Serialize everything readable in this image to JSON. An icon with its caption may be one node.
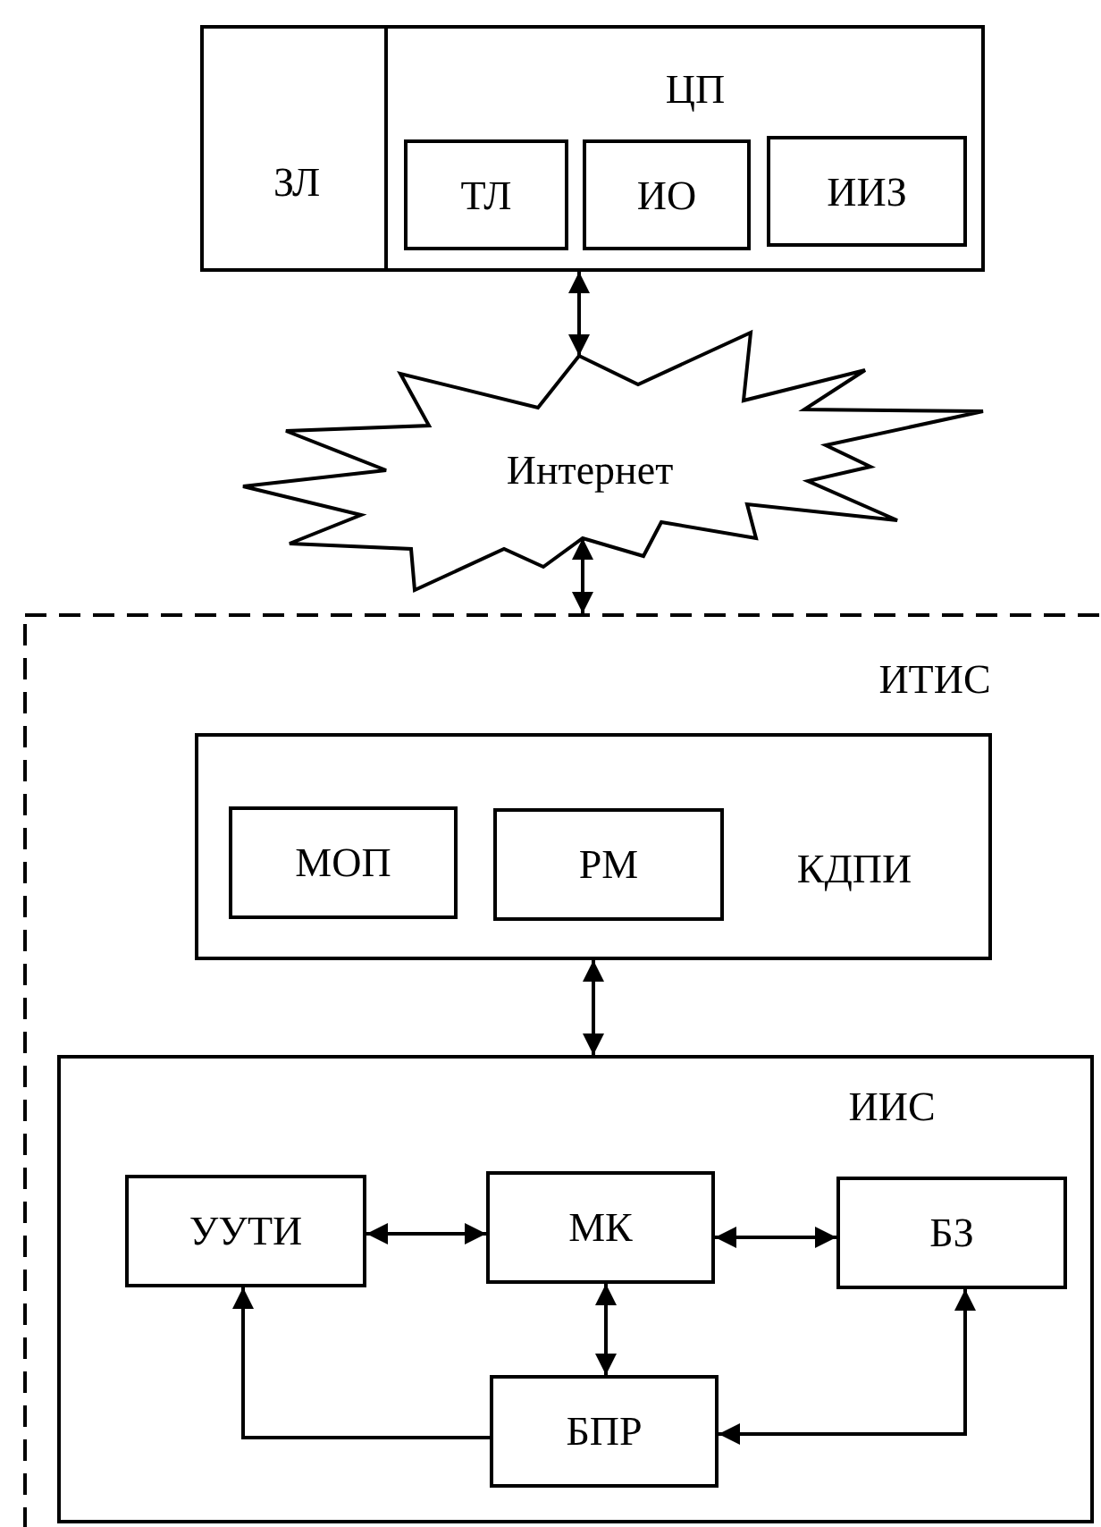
{
  "diagram": {
    "nodes": [
      {
        "text": [
          "ЗЛ"
        ]
      },
      {
        "text": [
          "ЦП"
        ]
      },
      {
        "text": [
          "ТЛ"
        ],
        "in": 1
      },
      {
        "text": [
          "ИО"
        ],
        "in": 1
      },
      {
        "text": [
          "ИИЗ"
        ],
        "in": 1
      },
      {
        "text": [
          "Интернет"
        ]
      },
      {
        "text": [
          "ИТИС"
        ]
      },
      {
        "text": [
          "КДПИ"
        ],
        "in": 6
      },
      {
        "text": [
          "МОП"
        ],
        "in": 7
      },
      {
        "text": [
          "РМ"
        ],
        "in": 7
      },
      {
        "text": [
          "ИИС"
        ],
        "in": 6
      },
      {
        "text": [
          "УУТИ"
        ],
        "in": 10
      },
      {
        "text": [
          "МК"
        ],
        "in": 10
      },
      {
        "text": [
          "БЗ"
        ],
        "in": 10
      },
      {
        "text": [
          "БПР"
        ],
        "in": 10
      }
    ],
    "edges": [
      {
        "from": 1,
        "to": 5,
        "arrow": "both"
      },
      {
        "from": 5,
        "to": 6,
        "arrow": "both"
      },
      {
        "from": 7,
        "to": 10,
        "arrow": "both"
      },
      {
        "from": 11,
        "to": 12,
        "arrow": "both"
      },
      {
        "from": 12,
        "to": 13,
        "arrow": "both"
      },
      {
        "from": 12,
        "to": 14,
        "arrow": "both"
      },
      {
        "from": 14,
        "to": 11,
        "arrow": "to"
      },
      {
        "from": 14,
        "to": 13,
        "arrow": "both"
      }
    ]
  }
}
